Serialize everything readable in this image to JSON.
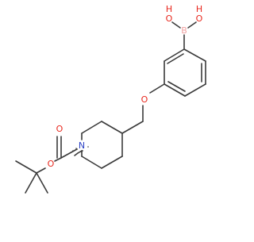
{
  "molecule": {
    "atom_labels": {
      "boron": "B",
      "hydroxyl_left_o": "O",
      "hydroxyl_left_h": "H",
      "hydroxyl_right_o": "O",
      "hydroxyl_right_h": "H",
      "ether_o": "O",
      "carbonyl_o": "O",
      "ester_o": "O",
      "ring_n": "N"
    },
    "colors": {
      "bond": "#3a3a3a",
      "oxygen": "#e8271d",
      "nitrogen": "#2a3fc4",
      "boron": "#f0a0a0"
    }
  }
}
